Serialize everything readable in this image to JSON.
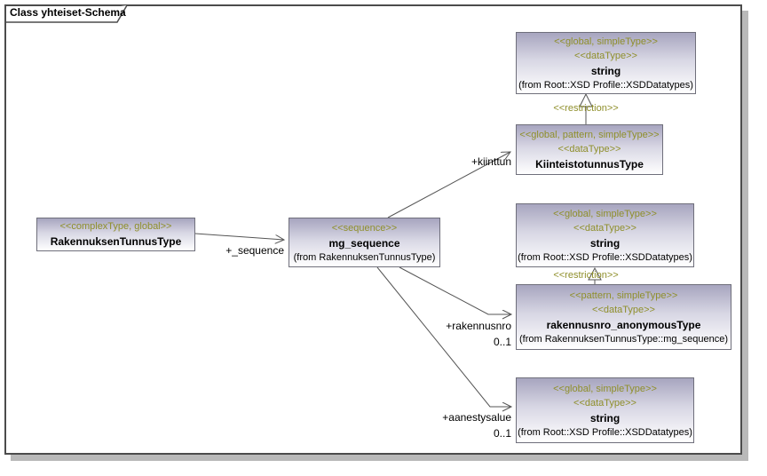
{
  "diagram": {
    "title": "Class yhteiset-Schema"
  },
  "colors": {
    "stereotype_text": "#8f8f2b",
    "node_gradient_top": "#a7a5bf",
    "node_border": "#6f6f7b",
    "connector": "#555555",
    "frame_border": "#4c4c4c",
    "shadow": "#b9b9b9"
  },
  "nodes": {
    "string_top": {
      "stereotype1": "<<global, simpleType>>",
      "stereotype2": "<<dataType>>",
      "name": "string",
      "from": "(from Root::XSD Profile::XSDDatatypes)"
    },
    "kiinteistotunnus": {
      "stereotype1": "<<global, pattern, simpleType>>",
      "stereotype2": "<<dataType>>",
      "name": "KiinteistotunnusType"
    },
    "rakennuksen_tunnus": {
      "stereotype1": "<<complexType, global>>",
      "name": "RakennuksenTunnusType"
    },
    "mg_sequence": {
      "stereotype1": "<<sequence>>",
      "name": "mg_sequence",
      "from": "(from RakennuksenTunnusType)"
    },
    "string_mid": {
      "stereotype1": "<<global, simpleType>>",
      "stereotype2": "<<dataType>>",
      "name": "string",
      "from": "(from Root::XSD Profile::XSDDatatypes)"
    },
    "rakennusnro": {
      "stereotype1": "<<pattern, simpleType>>",
      "stereotype2": "<<dataType>>",
      "name": "rakennusnro_anonymousType",
      "from": "(from RakennuksenTunnusType::mg_sequence)"
    },
    "string_bottom": {
      "stereotype1": "<<global, simpleType>>",
      "stereotype2": "<<dataType>>",
      "name": "string",
      "from": "(from Root::XSD Profile::XSDDatatypes)"
    }
  },
  "edges": {
    "sequence": {
      "label": "+_sequence"
    },
    "kiinttun": {
      "label": "+kiinttun"
    },
    "rakennusnro": {
      "label": "+rakennusnro",
      "multiplicity": "0..1"
    },
    "aanestysalue": {
      "label": "+aanestysalue",
      "multiplicity": "0..1"
    },
    "restriction_top": {
      "label": "<<restriction>>"
    },
    "restriction_mid": {
      "label": "<<restriction>>"
    }
  }
}
